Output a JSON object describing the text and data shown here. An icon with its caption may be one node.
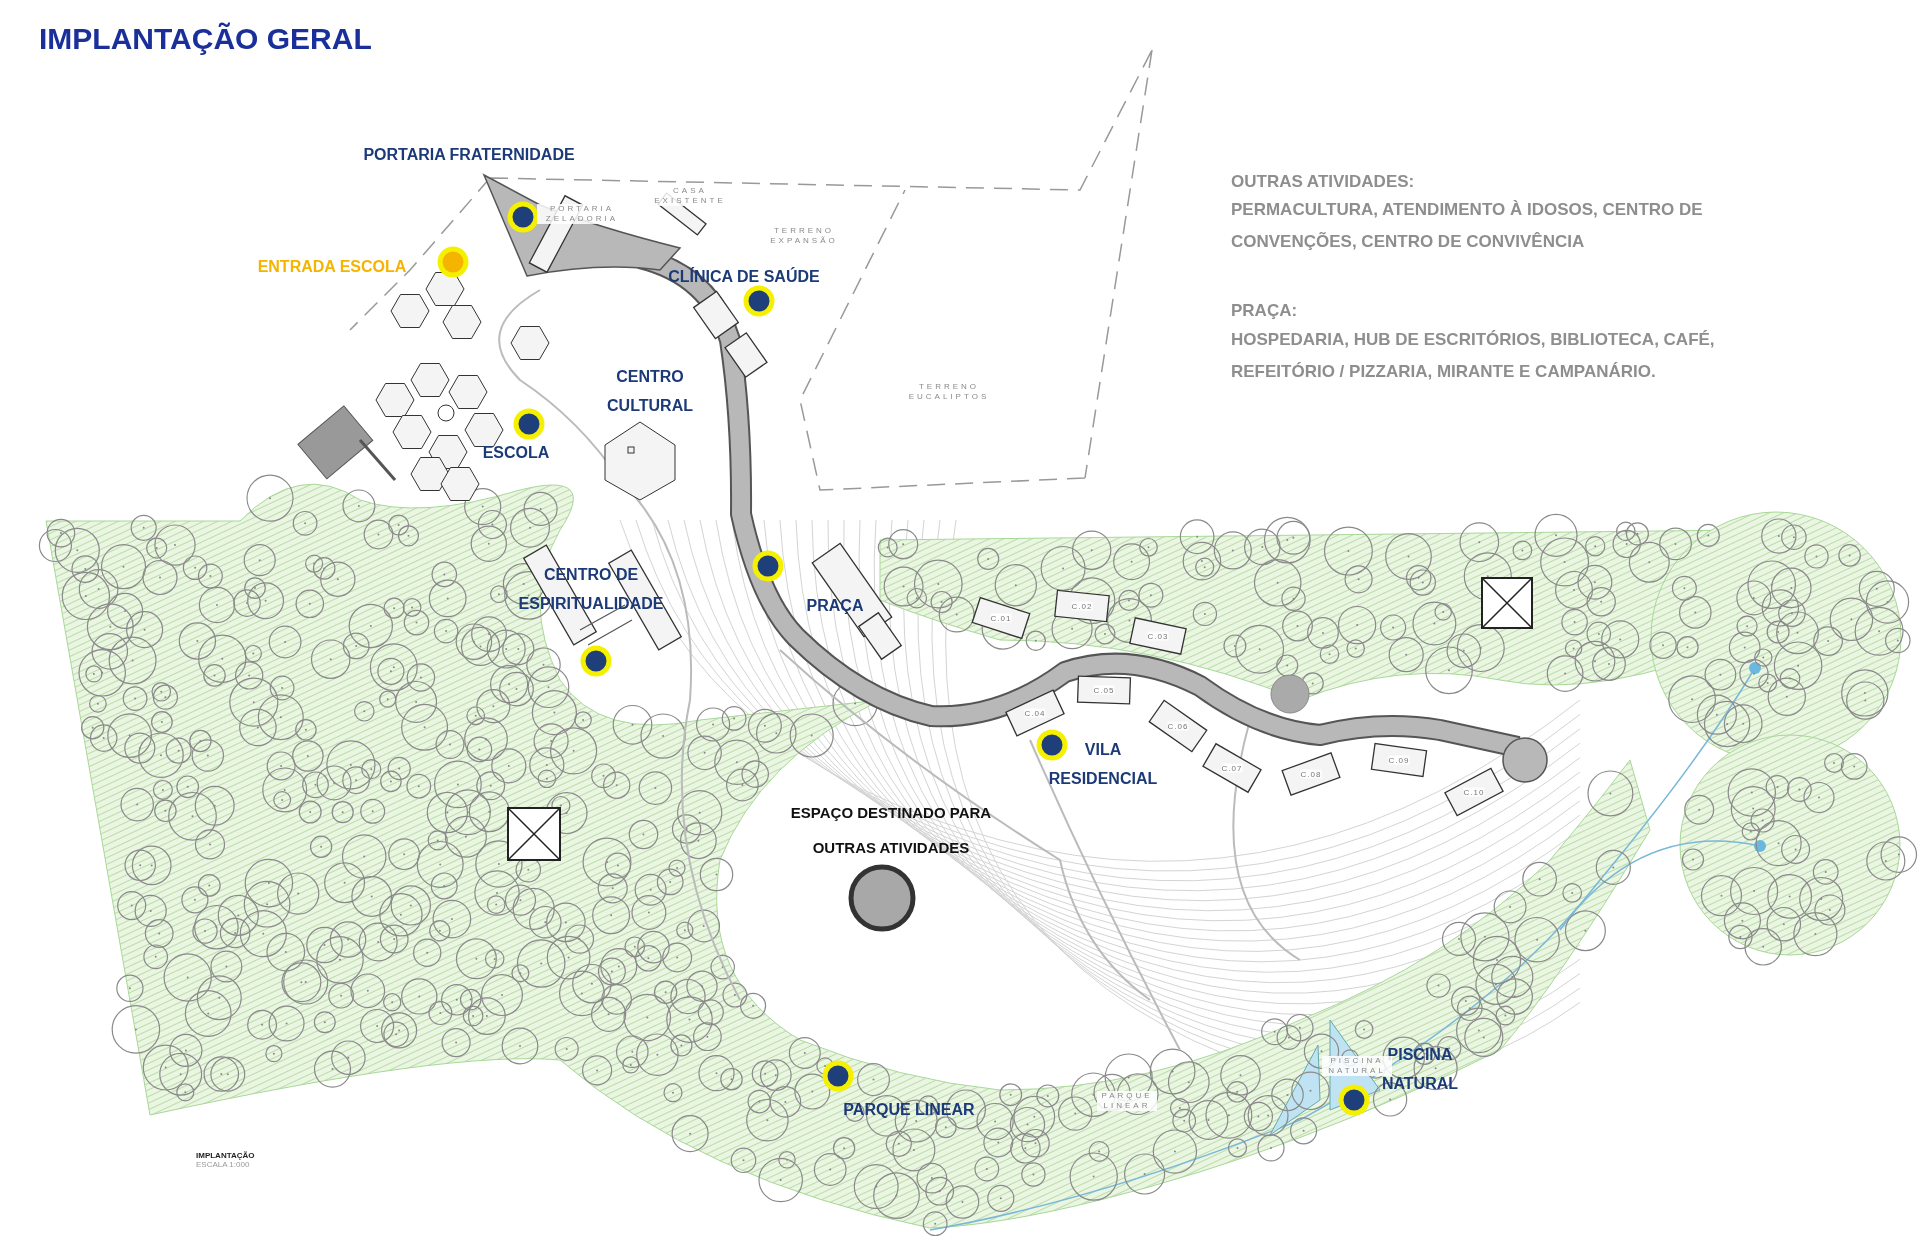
{
  "diagram": {
    "title": "IMPLANTAÇÃO GERAL",
    "labels": [
      "PORTARIA FRATERNIDADE",
      "OUTRAS ATIVIDADES:",
      "PERMACULTURA, ATENDIMENTO À IDOSOS, CENTRO DE CONVENÇÕES, CENTRO DE CONVIVÊNCIA",
      "PORTARIA ZELADORIA",
      "CASA EXISTENTE",
      "TERRENO EXPANSÃO",
      "ENTRADA ESCOLA",
      "CLÍNICA DE SAÚDE",
      "PRAÇA:",
      "HOSPEDARIA, HUB DE ESCRITÓRIOS, BIBLIOTECA, CAFÉ, REFEITÓRIO / PIZZARIA, MIRANTE E CAMPANÁRIO.",
      "CENTRO CULTURAL",
      "TERRENO EUCALIPTOS",
      "ESCOLA",
      "CENTRO DE ESPIRITUALIDADE",
      "PRAÇA",
      "C.01",
      "C.02",
      "C.03",
      "C.04",
      "C.05",
      "C.06",
      "C.07",
      "C.08",
      "C.09",
      "C.10",
      "VILA RESIDENCIAL",
      "ESPAÇO DESTINADO PARA OUTRAS ATIVIDADES",
      "PISCINA NATURAL",
      "PARQUE LINEAR",
      "PARQUE LINEAR",
      "PISCINA NATURAL",
      "IMPLANTAÇÃO",
      "ESCALA 1:000"
    ]
  }
}
